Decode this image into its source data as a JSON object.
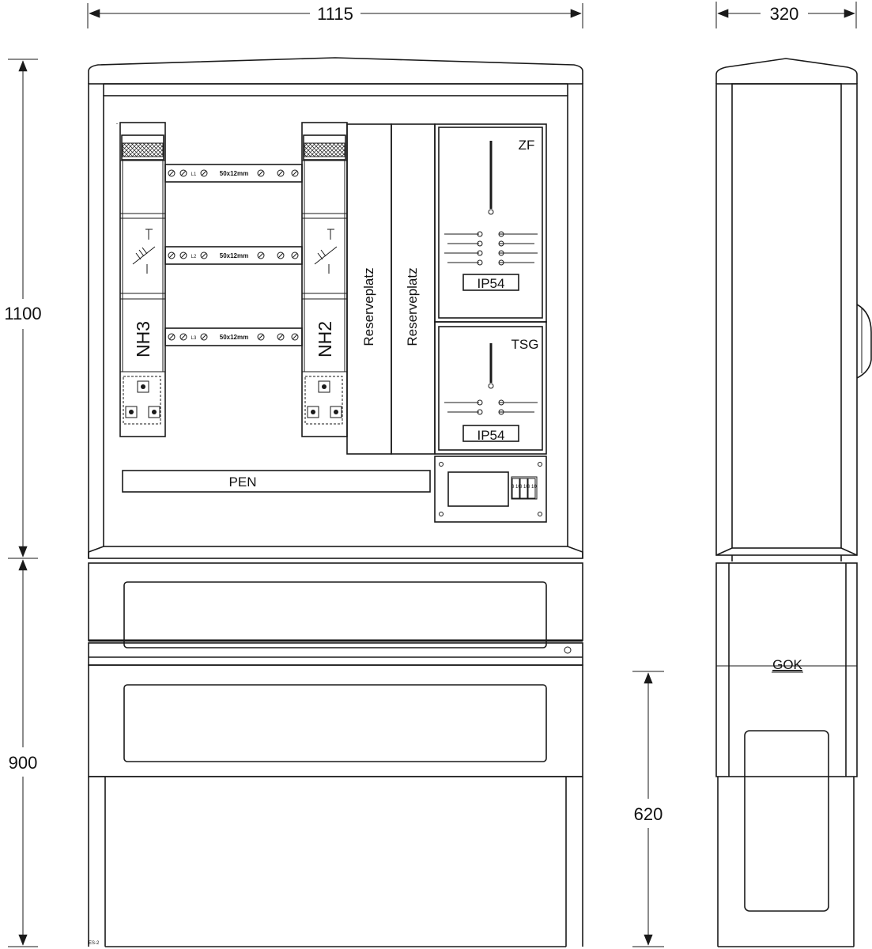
{
  "dimensions": {
    "width_front": "1115",
    "depth": "320",
    "height_upper": "1100",
    "height_lower": "900",
    "height_plinth": "620"
  },
  "fuse_bases": {
    "left": "NH3",
    "right": "NH2"
  },
  "busbars": {
    "size": "50x12mm",
    "phases": [
      "L1",
      "L2",
      "L3"
    ]
  },
  "reserve_slots": [
    "Reserveplatz",
    "Reserveplatz"
  ],
  "meter_fields": [
    {
      "name": "ZF",
      "protection": "IP54"
    },
    {
      "name": "TSG",
      "protection": "IP54"
    }
  ],
  "mcb_ratings": [
    "B 10",
    "B 10",
    "B 10"
  ],
  "pen_label": "PEN",
  "side_view_label": "GOK",
  "drawing_code": "ES-2"
}
